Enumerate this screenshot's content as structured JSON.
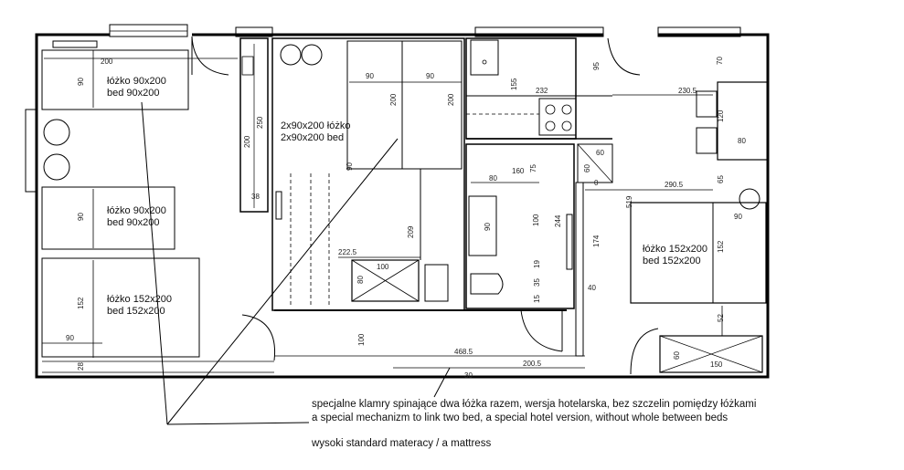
{
  "beds": {
    "bed1": {
      "pl": "łóżko 90x200",
      "en": "bed 90x200"
    },
    "bed2": {
      "pl": "łóżko 90x200",
      "en": "bed 90x200"
    },
    "bed3": {
      "pl": "łóżko 152x200",
      "en": "bed 152x200"
    },
    "bed4": {
      "pl": "2x90x200 łóżko",
      "en": "2x90x200 bed"
    },
    "bed5": {
      "pl": "łóżko 152x200",
      "en": "bed 152x200"
    }
  },
  "notes": {
    "line1": "specjalne klamry spinające dwa łóżka razem, wersja hotelarska, bez szczelin pomiędzy łóżkami",
    "line2": "a special mechanizm to link two bed, a special hotel version, without whole between beds",
    "line3": "wysoki standard materacy / a mattress"
  },
  "dims": {
    "d200a": "200",
    "d90a": "90",
    "d90b": "90",
    "d152a": "152",
    "d90c": "90",
    "d28": "28",
    "d200b": "200",
    "d250": "250",
    "d38": "38",
    "d90d": "90",
    "d90e": "90",
    "d200c": "200",
    "d200d": "200",
    "d90f": "90",
    "d155": "155",
    "d232": "232",
    "d95": "95",
    "d80a": "80",
    "d160": "160",
    "d75": "75",
    "d90g": "90",
    "d100a": "100",
    "d244": "244",
    "d209": "209",
    "d222": "222.5",
    "d100b": "100",
    "d80b": "80",
    "d19": "19",
    "d35": "35",
    "d15": "15",
    "d100c": "100",
    "d468": "468.5",
    "d200e": "200.5",
    "d30": "30",
    "d60a": "60",
    "d60b": "60",
    "d0": "0",
    "d174": "174",
    "d40": "40",
    "d70": "70",
    "d2305": "230.5",
    "d120": "120",
    "d80c": "80",
    "d65": "65",
    "d2905": "290.5",
    "d519": "519",
    "d90h": "90",
    "d152b": "152",
    "d52": "52",
    "d60c": "60",
    "d150": "150"
  }
}
